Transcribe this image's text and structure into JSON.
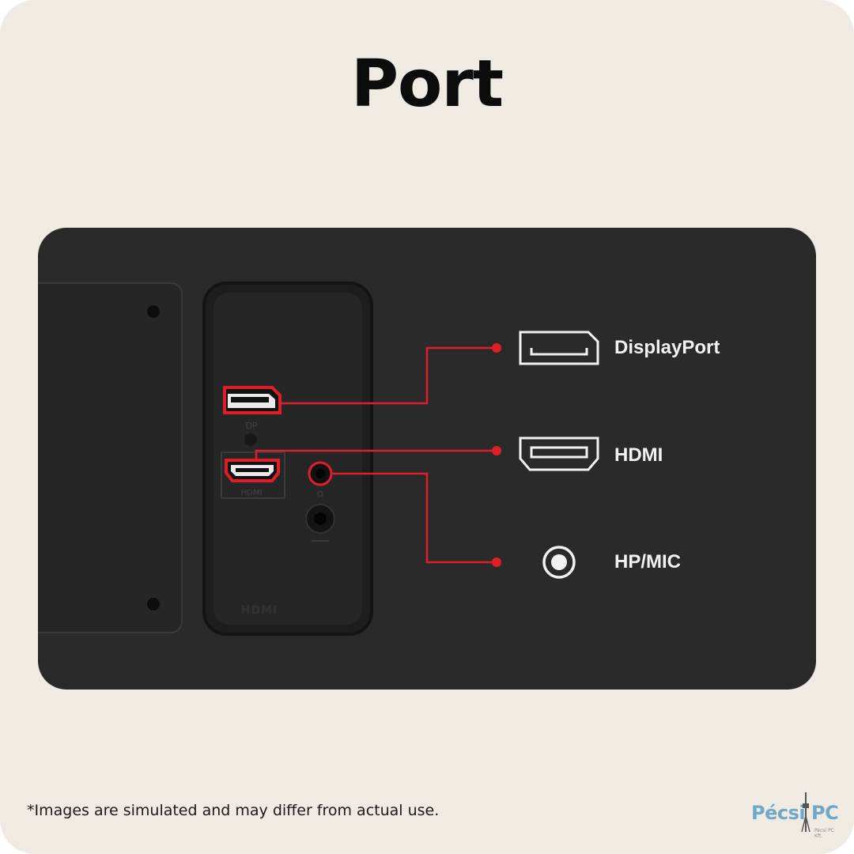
{
  "title": "Port",
  "ports": [
    {
      "label": "DisplayPort",
      "icon": "displayport-icon"
    },
    {
      "label": "HDMI",
      "icon": "hdmi-icon"
    },
    {
      "label": "HP/MIC",
      "icon": "headphone-jack-icon"
    }
  ],
  "footnote": "*Images are simulated and may differ from actual use.",
  "brand": {
    "name_left": "Pécsi",
    "name_right": "PC",
    "tagline": "Pécsi PC Kft."
  },
  "colors": {
    "background": "#efebe3",
    "panel": "#2a2a2a",
    "accent_red": "#e01e2a",
    "text_light": "#f2f2f2",
    "brand_blue": "#6fa8c9"
  }
}
